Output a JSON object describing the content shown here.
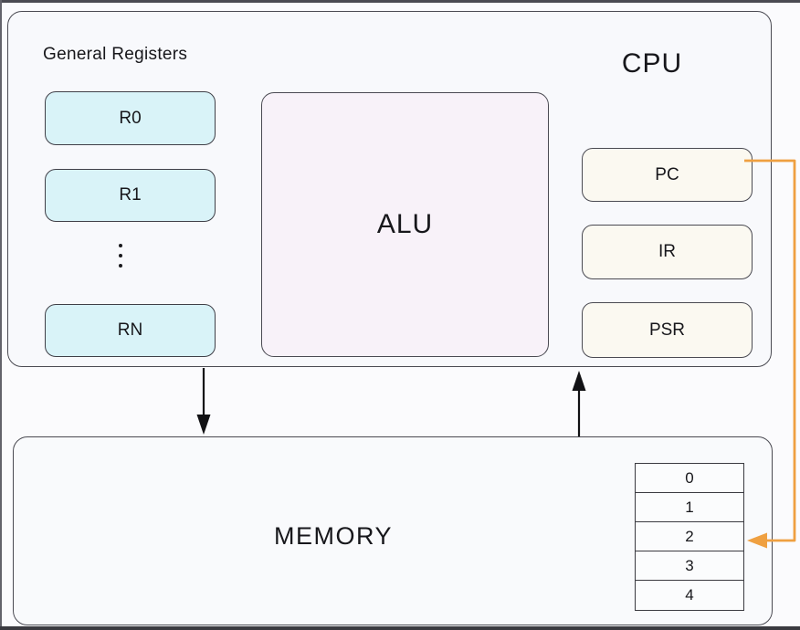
{
  "diagram": {
    "cpu": {
      "title": "CPU",
      "general_registers": {
        "label": "General Registers",
        "items": [
          {
            "label": "R0"
          },
          {
            "label": "R1"
          },
          {
            "label": "RN"
          }
        ]
      },
      "alu": {
        "label": "ALU"
      },
      "special_registers": [
        {
          "label": "PC"
        },
        {
          "label": "IR"
        },
        {
          "label": "PSR"
        }
      ]
    },
    "memory": {
      "label": "MEMORY",
      "cells": [
        {
          "value": "0"
        },
        {
          "value": "1"
        },
        {
          "value": "2"
        },
        {
          "value": "3"
        },
        {
          "value": "4"
        }
      ],
      "highlighted_cell": "2"
    },
    "colors": {
      "register_fill": "#d9f3f8",
      "special_register_fill": "#fbf9f1",
      "alu_fill": "#f8f2f9",
      "orange_accent": "#efa041",
      "arrow_black": "#111114"
    }
  }
}
